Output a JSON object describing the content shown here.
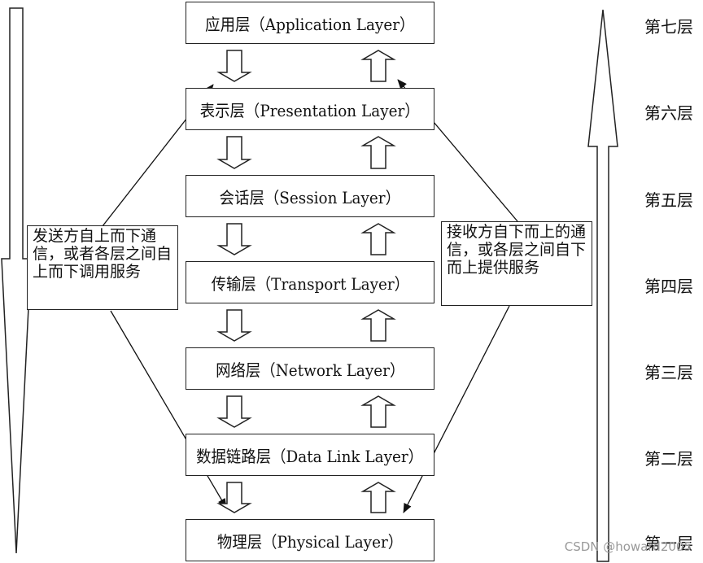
{
  "layers": [
    {
      "label": "应用层（Application Layer）",
      "level": "第七层"
    },
    {
      "label": "表示层（Presentation Layer）",
      "level": "第六层"
    },
    {
      "label": "会话层（Session Layer）",
      "level": "第五层"
    },
    {
      "label": "传输层（Transport Layer）",
      "level": "第四层"
    },
    {
      "label": "网络层（Network Layer）",
      "level": "第三层"
    },
    {
      "label": "数据链路层（Data Link Layer）",
      "level": "第二层"
    },
    {
      "label": "物理层（Physical Layer）",
      "level": "第一层"
    }
  ],
  "notes": {
    "sender": "发送方自上而下通信，或者各层之间自上而下调用服务",
    "receiver": "接收方自下而上的通信，或各层之间自下而上提供服务"
  },
  "watermark": "CSDN @howard2005"
}
